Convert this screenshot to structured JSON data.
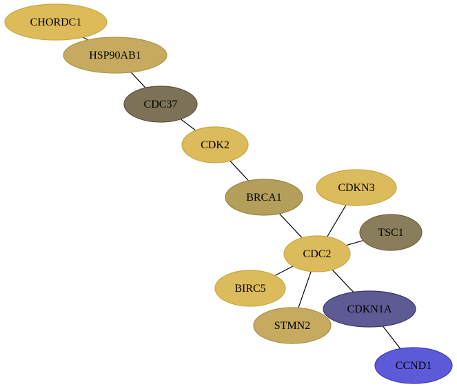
{
  "graph": {
    "nodes": [
      {
        "id": "CHORDC1",
        "label": "CHORDC1",
        "fill": "#dcbb58",
        "stroke": "#c9a643"
      },
      {
        "id": "HSP90AB1",
        "label": "HSP90AB1",
        "fill": "#c5aa5f",
        "stroke": "#b0964c"
      },
      {
        "id": "CDC37",
        "label": "CDC37",
        "fill": "#7d7258",
        "stroke": "#5b5440"
      },
      {
        "id": "CDK2",
        "label": "CDK2",
        "fill": "#dcbb5c",
        "stroke": "#c9a643"
      },
      {
        "id": "BRCA1",
        "label": "BRCA1",
        "fill": "#b39e5a",
        "stroke": "#9a8443"
      },
      {
        "id": "CDKN3",
        "label": "CDKN3",
        "fill": "#dcbb5c",
        "stroke": "#c9a643"
      },
      {
        "id": "TSC1",
        "label": "TSC1",
        "fill": "#8a7d5c",
        "stroke": "#6c6040"
      },
      {
        "id": "CDC2",
        "label": "CDC2",
        "fill": "#dcbb5c",
        "stroke": "#c9a643"
      },
      {
        "id": "BIRC5",
        "label": "BIRC5",
        "fill": "#dcbb5c",
        "stroke": "#c9a643"
      },
      {
        "id": "CDKN1A",
        "label": "CDKN1A",
        "fill": "#5e5a94",
        "stroke": "#3a3670"
      },
      {
        "id": "STMN2",
        "label": "STMN2",
        "fill": "#c5aa5f",
        "stroke": "#a88f45"
      },
      {
        "id": "CCND1",
        "label": "CCND1",
        "fill": "#5d5ad8",
        "stroke": "#3e3bc0"
      }
    ],
    "edges": [
      {
        "source": "CHORDC1",
        "target": "HSP90AB1"
      },
      {
        "source": "HSP90AB1",
        "target": "CDC37"
      },
      {
        "source": "CDC37",
        "target": "CDK2"
      },
      {
        "source": "CDK2",
        "target": "BRCA1"
      },
      {
        "source": "BRCA1",
        "target": "CDC2"
      },
      {
        "source": "CDKN3",
        "target": "CDC2"
      },
      {
        "source": "TSC1",
        "target": "CDC2"
      },
      {
        "source": "CDC2",
        "target": "BIRC5"
      },
      {
        "source": "CDC2",
        "target": "STMN2"
      },
      {
        "source": "CDC2",
        "target": "CDKN1A"
      },
      {
        "source": "CDKN1A",
        "target": "CCND1"
      }
    ]
  }
}
